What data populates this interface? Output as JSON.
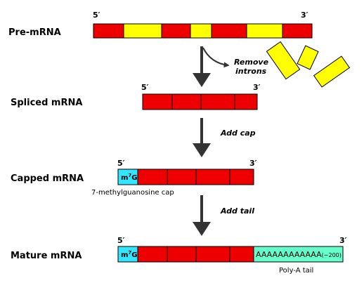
{
  "stages": {
    "pre": "Pre-mRNA",
    "spliced": "Spliced mRNA",
    "capped": "Capped mRNA",
    "mature": "Mature mRNA"
  },
  "ends": {
    "five": "5′",
    "three": "3′"
  },
  "steps": {
    "remove_line1": "Remove",
    "remove_line2": "introns",
    "add_cap": "Add cap",
    "add_tail": "Add tail"
  },
  "cap": {
    "label": "m",
    "superscript": "7",
    "suffix": "G",
    "note": "7-methylguanosine cap"
  },
  "tail": {
    "sequence": "AAAAAAAAAAAA",
    "length_note": "(∼200)",
    "note": "Poly-A tail"
  },
  "colors": {
    "exon": "#ee0000",
    "intron": "#ffff00",
    "cap": "#33e6ff",
    "tail": "#66ffcc",
    "stroke": "#000000"
  }
}
